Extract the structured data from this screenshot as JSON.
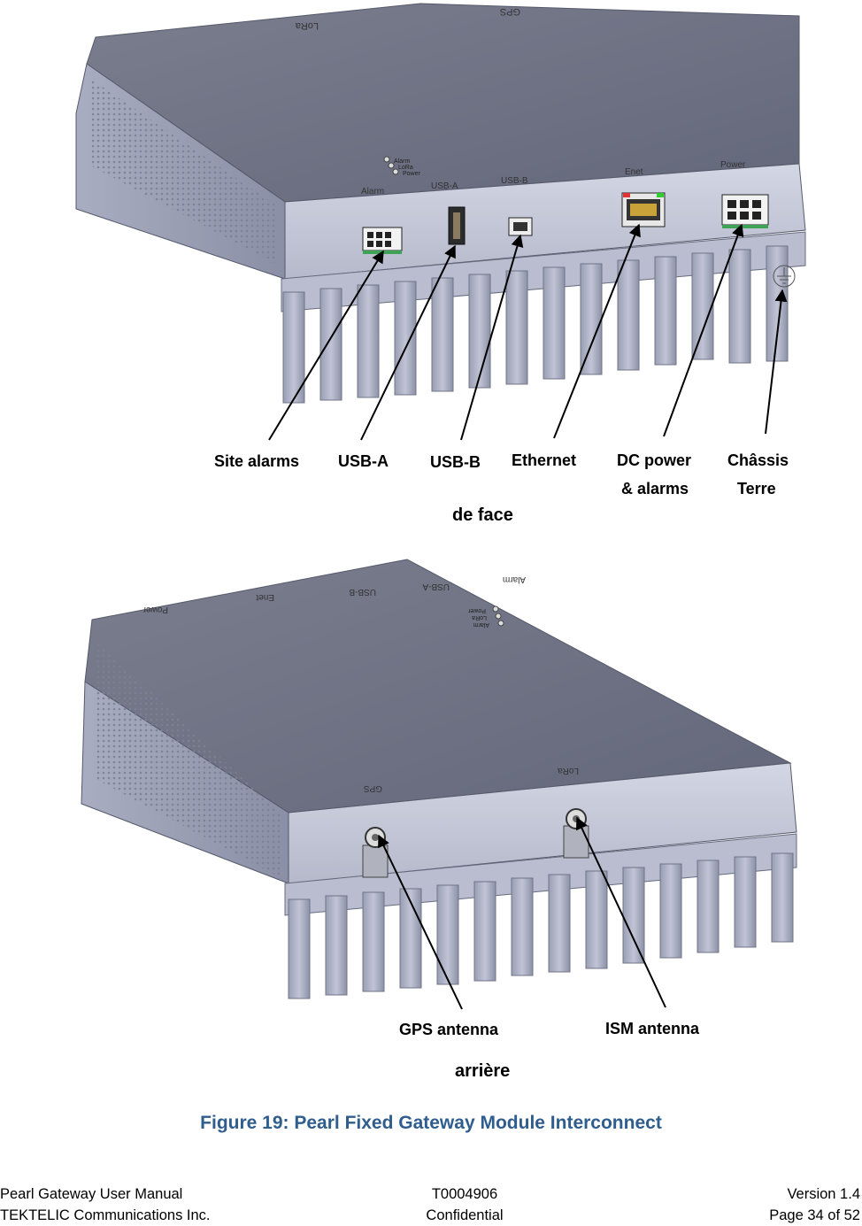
{
  "front_figure": {
    "top_labels": [
      "LoRa",
      "GPS"
    ],
    "led_labels": [
      "Alarm",
      "LoRa",
      "Power"
    ],
    "panel_labels": [
      "Alarm",
      "USB-A",
      "USB-B",
      "Enet",
      "Power"
    ],
    "callouts": {
      "site_alarms": "Site alarms",
      "usb_a": "USB-A",
      "usb_b": "USB-B",
      "ethernet": "Ethernet",
      "dc_power_1": "DC power",
      "dc_power_2": "& alarms",
      "chassis_1": "Châssis",
      "chassis_2": "Terre"
    },
    "view_label": "de face"
  },
  "rear_figure": {
    "top_labels": [
      "Power",
      "Enet",
      "USB-B",
      "USB-A",
      "Alarm"
    ],
    "led_labels": [
      "Power",
      "LoRa",
      "Alarm"
    ],
    "panel_labels": [
      "GPS",
      "LoRa"
    ],
    "callouts": {
      "gps_antenna": "GPS antenna",
      "ism_antenna": "ISM antenna"
    },
    "view_label": "arrière"
  },
  "caption": "Figure 19: Pearl Fixed Gateway Module Interconnect",
  "footer": {
    "left_1": "Pearl Gateway User Manual",
    "left_2": "TEKTELIC Communications Inc.",
    "center_1": "T0004906",
    "center_2": "Confidential",
    "right_1": "Version 1.4",
    "right_2": "Page 34 of 52"
  },
  "colors": {
    "caption": "#2e5d8e",
    "lid": "#6f7384",
    "panel": "#c2c6d6",
    "heatsink": "#a7abc0"
  }
}
